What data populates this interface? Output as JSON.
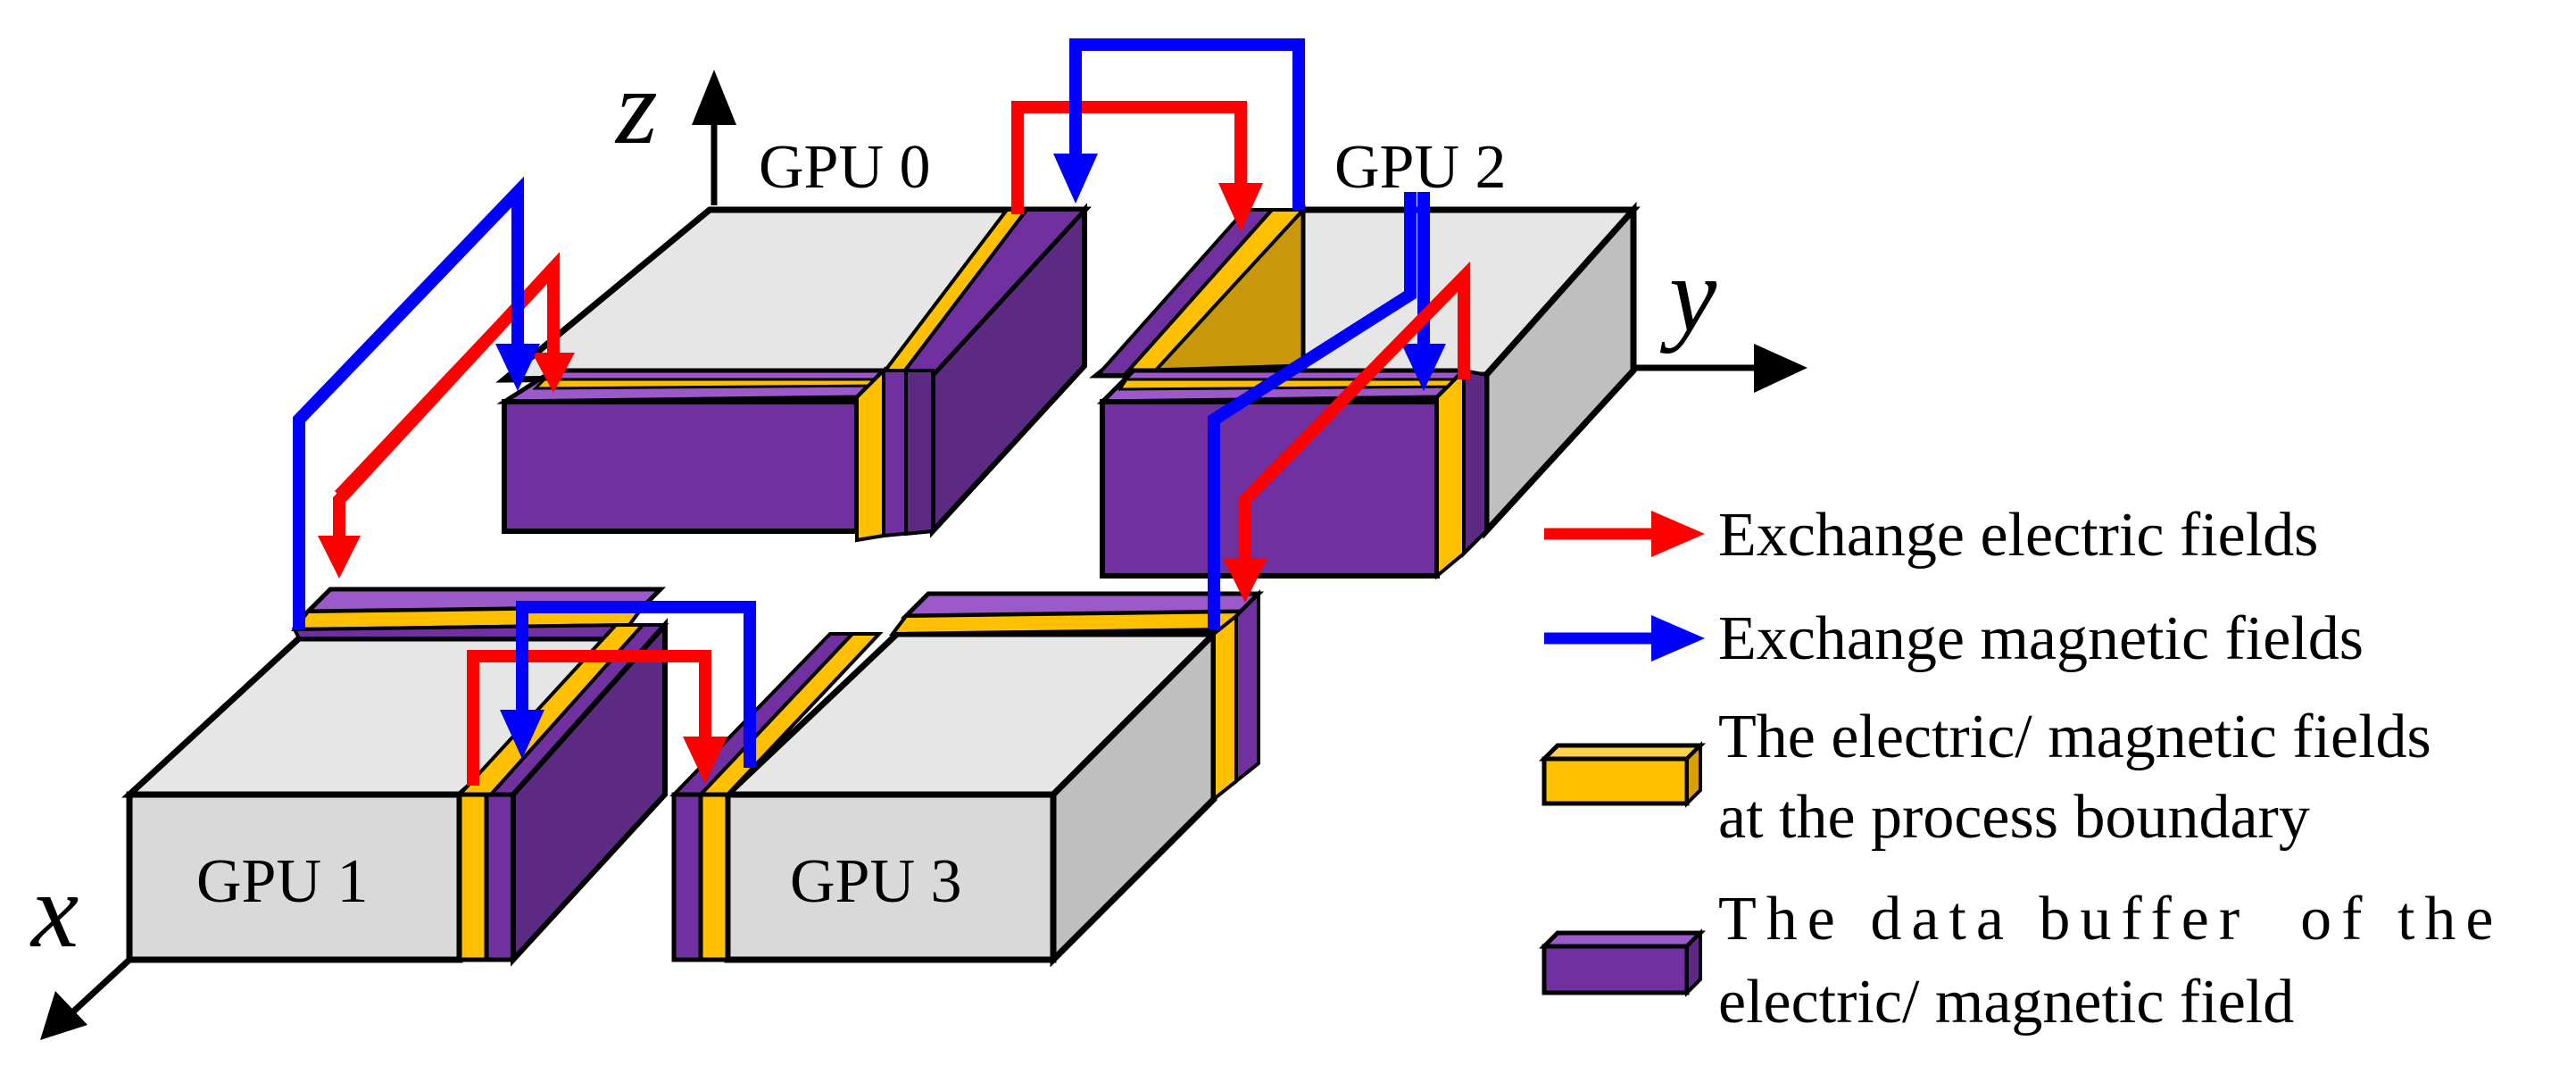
{
  "axes": {
    "z": "z",
    "y": "y",
    "x": "x"
  },
  "gpus": [
    "GPU 0",
    "GPU 1",
    "GPU 2",
    "GPU 3"
  ],
  "colors": {
    "electric": "#ff0000",
    "magnetic": "#0000ff",
    "boundary": "#ffc000",
    "buffer": "#7030a0",
    "gray_top": "#e6e6e6",
    "gray_front": "#d9d9d9",
    "gray_side": "#bfbfbf"
  },
  "legend": {
    "electric": "Exchange electric fields",
    "magnetic": "Exchange magnetic fields",
    "boundary_line1": "The electric/ magnetic fields",
    "boundary_line2": "at the process boundary",
    "buffer_line1": "The data buffer  of the",
    "buffer_line2": "electric/ magnetic field"
  }
}
